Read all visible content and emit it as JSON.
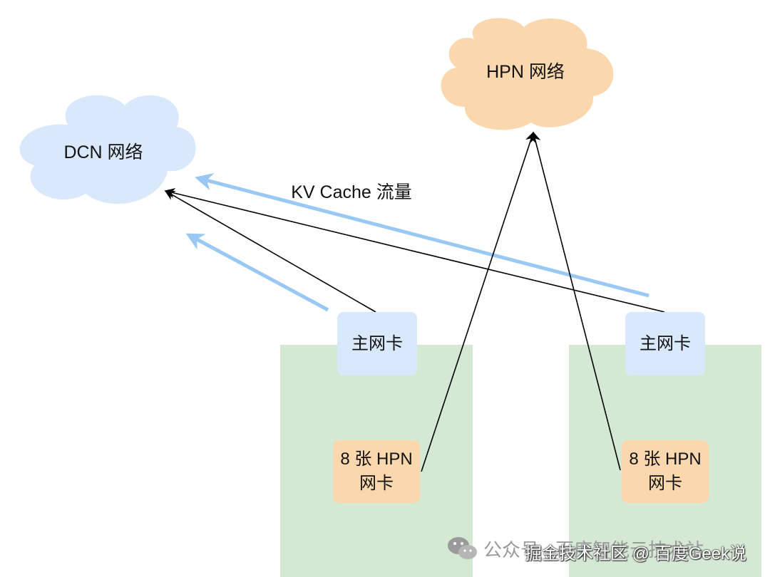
{
  "clouds": {
    "dcn": {
      "label": "DCN 网络",
      "color": "#dae8fc"
    },
    "hpn": {
      "label": "HPN 网络",
      "color": "#fad7ac"
    }
  },
  "traffic_label": "KV Cache 流量",
  "servers": [
    {
      "main_nic": "主网卡",
      "hpn_nic_line1": "8 张 HPN",
      "hpn_nic_line2": "网卡"
    },
    {
      "main_nic": "主网卡",
      "hpn_nic_line1": "8 张 HPN",
      "hpn_nic_line2": "网卡"
    }
  ],
  "colors": {
    "server_bg": "#d5e8d4",
    "main_nic_bg": "#dae8fc",
    "hpn_nic_bg": "#fad7ac",
    "traffic_arrow": "#99c8f5",
    "link_line": "#000000"
  },
  "watermark": {
    "source": "公众号 · 百度智能云技术站",
    "overlay": "掘金技术社区 @ 百度Geek说",
    "icon": "wechat-icon"
  }
}
